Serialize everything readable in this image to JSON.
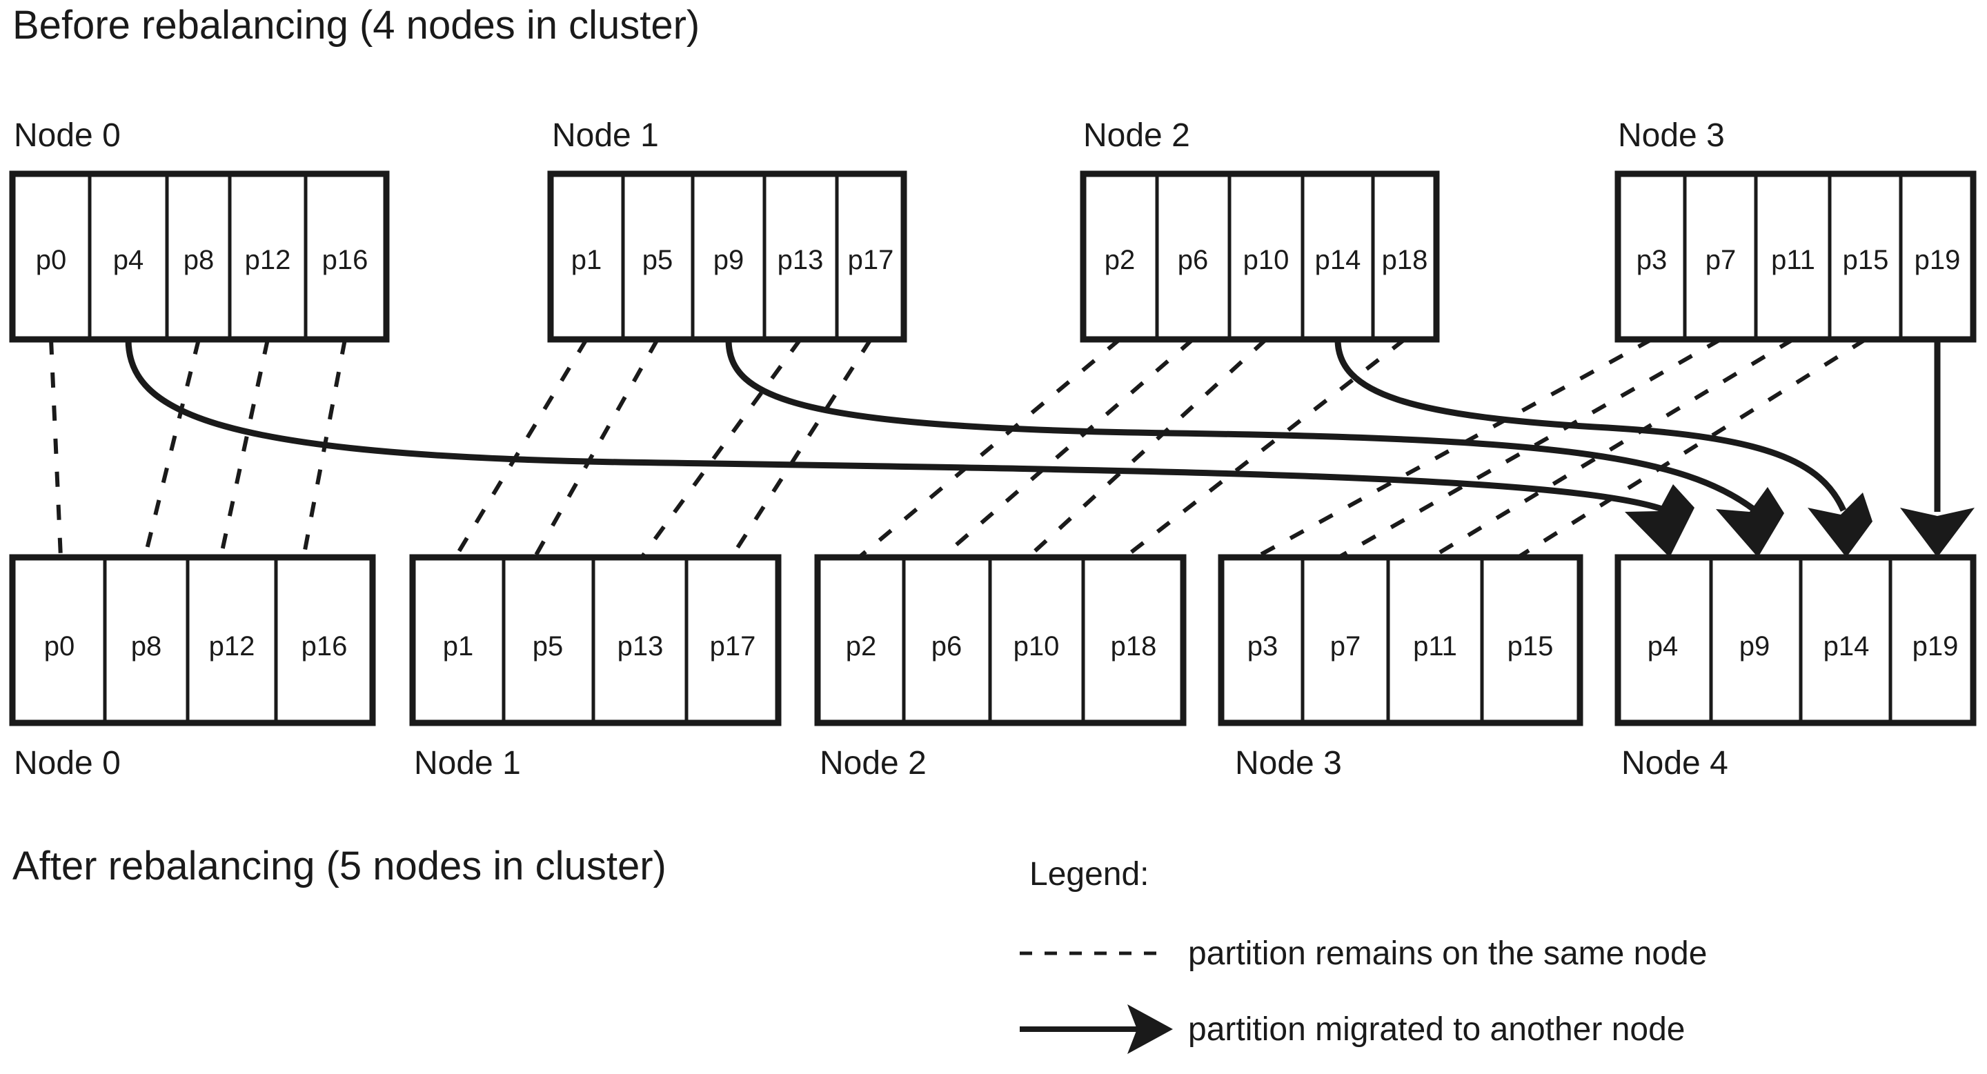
{
  "headings": {
    "before": "Before rebalancing (4 nodes in cluster)",
    "after": "After rebalancing (5 nodes in cluster)"
  },
  "before": {
    "nodes": [
      {
        "label": "Node 0",
        "partitions": [
          "p0",
          "p4",
          "p8",
          "p12",
          "p16"
        ]
      },
      {
        "label": "Node 1",
        "partitions": [
          "p1",
          "p5",
          "p9",
          "p13",
          "p17"
        ]
      },
      {
        "label": "Node 2",
        "partitions": [
          "p2",
          "p6",
          "p10",
          "p14",
          "p18"
        ]
      },
      {
        "label": "Node 3",
        "partitions": [
          "p3",
          "p7",
          "p11",
          "p15",
          "p19"
        ]
      }
    ]
  },
  "after": {
    "nodes": [
      {
        "label": "Node 0",
        "partitions": [
          "p0",
          "p8",
          "p12",
          "p16"
        ]
      },
      {
        "label": "Node 1",
        "partitions": [
          "p1",
          "p5",
          "p13",
          "p17"
        ]
      },
      {
        "label": "Node 2",
        "partitions": [
          "p2",
          "p6",
          "p10",
          "p18"
        ]
      },
      {
        "label": "Node 3",
        "partitions": [
          "p3",
          "p7",
          "p11",
          "p15"
        ]
      },
      {
        "label": "Node 4",
        "partitions": [
          "p4",
          "p9",
          "p14",
          "p19"
        ]
      }
    ]
  },
  "legend": {
    "title": "Legend:",
    "items": [
      {
        "style": "dashed",
        "label": "partition remains on the same node"
      },
      {
        "style": "arrow",
        "label": "partition migrated to another node"
      }
    ]
  },
  "colors": {
    "ink": "#1a1a1a",
    "background": "#ffffff"
  },
  "chart_data": {
    "type": "diagram",
    "title": "Partition rebalancing from 4 nodes to 5 nodes",
    "stays": [
      {
        "partition": "p0",
        "from": "Node 0",
        "to": "Node 0"
      },
      {
        "partition": "p8",
        "from": "Node 0",
        "to": "Node 0"
      },
      {
        "partition": "p12",
        "from": "Node 0",
        "to": "Node 0"
      },
      {
        "partition": "p16",
        "from": "Node 0",
        "to": "Node 0"
      },
      {
        "partition": "p1",
        "from": "Node 1",
        "to": "Node 1"
      },
      {
        "partition": "p5",
        "from": "Node 1",
        "to": "Node 1"
      },
      {
        "partition": "p13",
        "from": "Node 1",
        "to": "Node 1"
      },
      {
        "partition": "p17",
        "from": "Node 1",
        "to": "Node 1"
      },
      {
        "partition": "p2",
        "from": "Node 2",
        "to": "Node 2"
      },
      {
        "partition": "p6",
        "from": "Node 2",
        "to": "Node 2"
      },
      {
        "partition": "p10",
        "from": "Node 2",
        "to": "Node 2"
      },
      {
        "partition": "p18",
        "from": "Node 2",
        "to": "Node 2"
      },
      {
        "partition": "p3",
        "from": "Node 3",
        "to": "Node 3"
      },
      {
        "partition": "p7",
        "from": "Node 3",
        "to": "Node 3"
      },
      {
        "partition": "p11",
        "from": "Node 3",
        "to": "Node 3"
      },
      {
        "partition": "p15",
        "from": "Node 3",
        "to": "Node 3"
      }
    ],
    "migrations": [
      {
        "partition": "p4",
        "from": "Node 0",
        "to": "Node 4"
      },
      {
        "partition": "p9",
        "from": "Node 1",
        "to": "Node 4"
      },
      {
        "partition": "p14",
        "from": "Node 2",
        "to": "Node 4"
      },
      {
        "partition": "p19",
        "from": "Node 3",
        "to": "Node 4"
      }
    ]
  }
}
